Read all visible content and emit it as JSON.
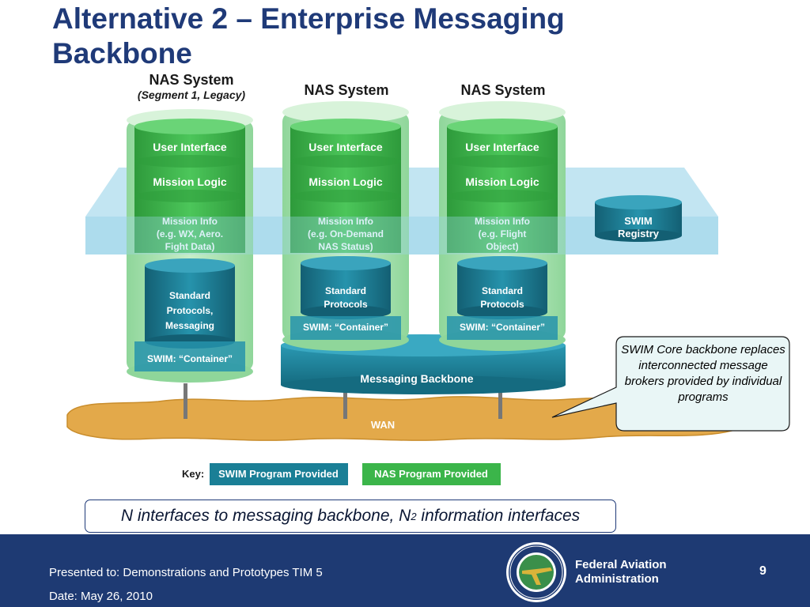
{
  "slide": {
    "title": "Alternative 2 – Enterprise Messaging Backbone",
    "page_number": "9"
  },
  "diagram": {
    "columns": [
      {
        "header_line1": "NAS System",
        "header_line2": "(Segment 1, Legacy)",
        "ui": "User Interface",
        "logic": "Mission Logic",
        "info": [
          "Mission Info",
          "(e.g. WX, Aero.",
          "Fight Data)"
        ],
        "protocols": [
          "Standard",
          "Protocols,",
          "Messaging"
        ],
        "container": "SWIM: “Container”"
      },
      {
        "header_line1": "NAS System",
        "header_line2": "",
        "ui": "User Interface",
        "logic": "Mission Logic",
        "info": [
          "Mission Info",
          "(e.g. On-Demand",
          "NAS Status)"
        ],
        "protocols": [
          "Standard",
          "Protocols"
        ],
        "container": "SWIM: “Container”"
      },
      {
        "header_line1": "NAS System",
        "header_line2": "",
        "ui": "User Interface",
        "logic": "Mission Logic",
        "info": [
          "Mission Info",
          "(e.g. Flight",
          "Object)"
        ],
        "protocols": [
          "Standard",
          "Protocols"
        ],
        "container": "SWIM: “Container”"
      }
    ],
    "registry": [
      "SWIM",
      "Registry"
    ],
    "backbone": "Messaging Backbone",
    "wan": "WAN",
    "key": {
      "label": "Key:",
      "swim": "SWIM Program Provided",
      "nas": "NAS Program Provided"
    },
    "colors": {
      "nas_green": "#3bb54a",
      "swim_teal": "#1a7f96",
      "plane_blue": "#7fc8e3",
      "wan_gold": "#e3a94a",
      "title_navy": "#1f3a78"
    }
  },
  "callout": "SWIM Core backbone replaces interconnected message brokers provided by individual programs",
  "summary": {
    "before": "N interfaces to messaging backbone, N",
    "sup": "2",
    "after": " information interfaces"
  },
  "footer": {
    "presented": "Presented to: Demonstrations and Prototypes TIM 5",
    "date": "Date: May 26, 2010",
    "org_line1": "Federal Aviation",
    "org_line2": "Administration"
  }
}
